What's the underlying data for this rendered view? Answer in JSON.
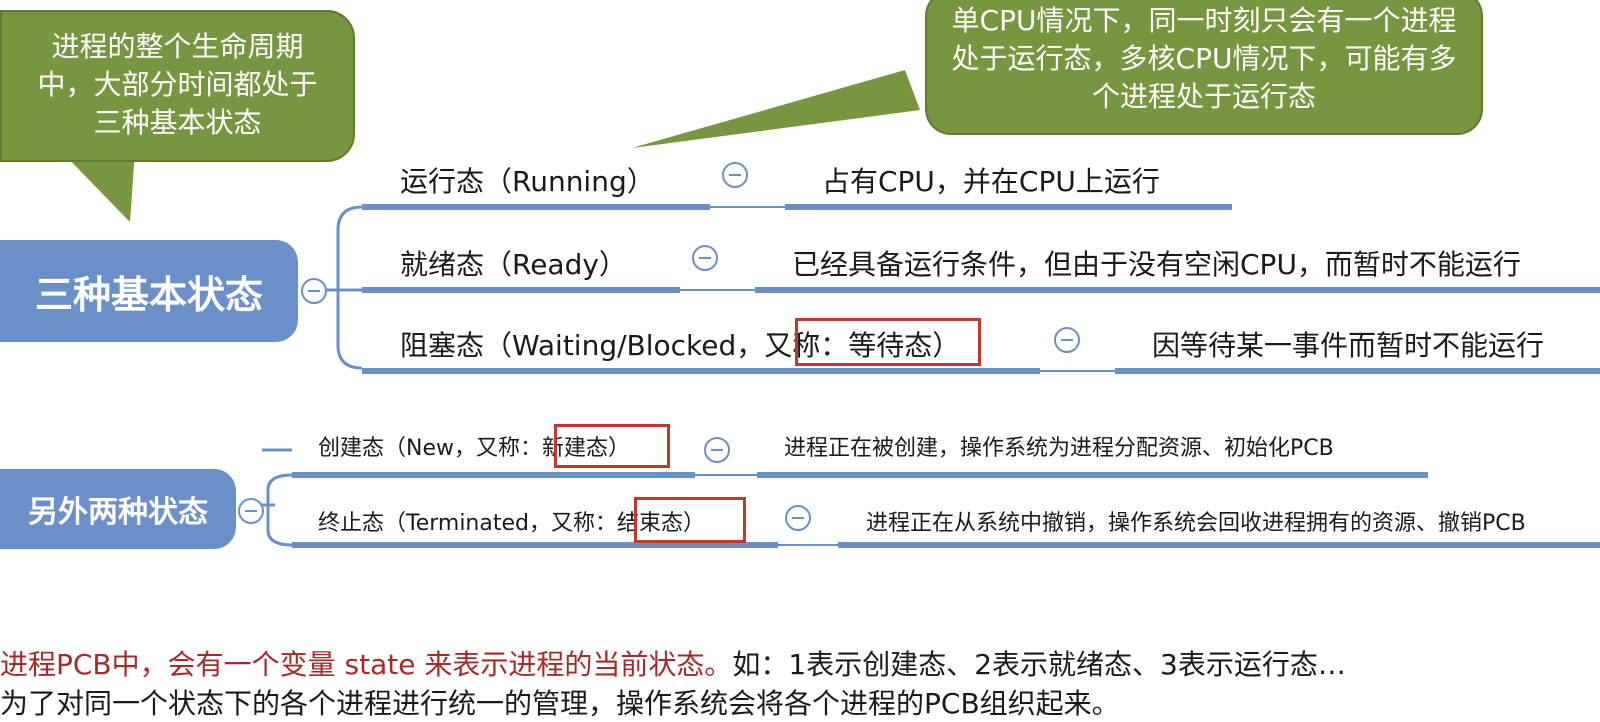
{
  "callouts": {
    "left": "进程的整个生命周期中，大部分时间都处于三种基本状态",
    "right": "单CPU情况下，同一时刻只会有一个进程处于运行态，多核CPU情况下，可能有多个进程处于运行态"
  },
  "basic": {
    "title": "三种基本状态",
    "items": [
      {
        "state": "运行态（Running）",
        "desc": "占有CPU，并在CPU上运行"
      },
      {
        "state": "就绪态（Ready）",
        "desc": "已经具备运行条件，但由于没有空闲CPU，而暂时不能运行"
      },
      {
        "state": "阻塞态（Waiting/Blocked，又称：等待态）",
        "desc": "因等待某一事件而暂时不能运行"
      }
    ]
  },
  "other": {
    "title": "另外两种状态",
    "items": [
      {
        "state": "创建态（New，又称：新建态）",
        "desc": "进程正在被创建，操作系统为进程分配资源、初始化PCB"
      },
      {
        "state": "终止态（Terminated，又称：结束态）",
        "desc": "进程正在从系统中撤销，操作系统会回收进程拥有的资源、撤销PCB"
      }
    ]
  },
  "note": {
    "line1_red": "进程PCB中，会有一个变量 state 来表示进程的当前状态。",
    "line1_dark": "如：1表示创建态、2表示就绪态、3表示运行态…",
    "line2": "为了对同一个状态下的各个进程进行统一的管理，操作系统会将各个进程的PCB组织起来。"
  },
  "colors": {
    "callout_green": "#77963f",
    "node_blue": "#6b8fc9",
    "highlight_red": "#c0392b",
    "note_red": "#a52a2a"
  }
}
